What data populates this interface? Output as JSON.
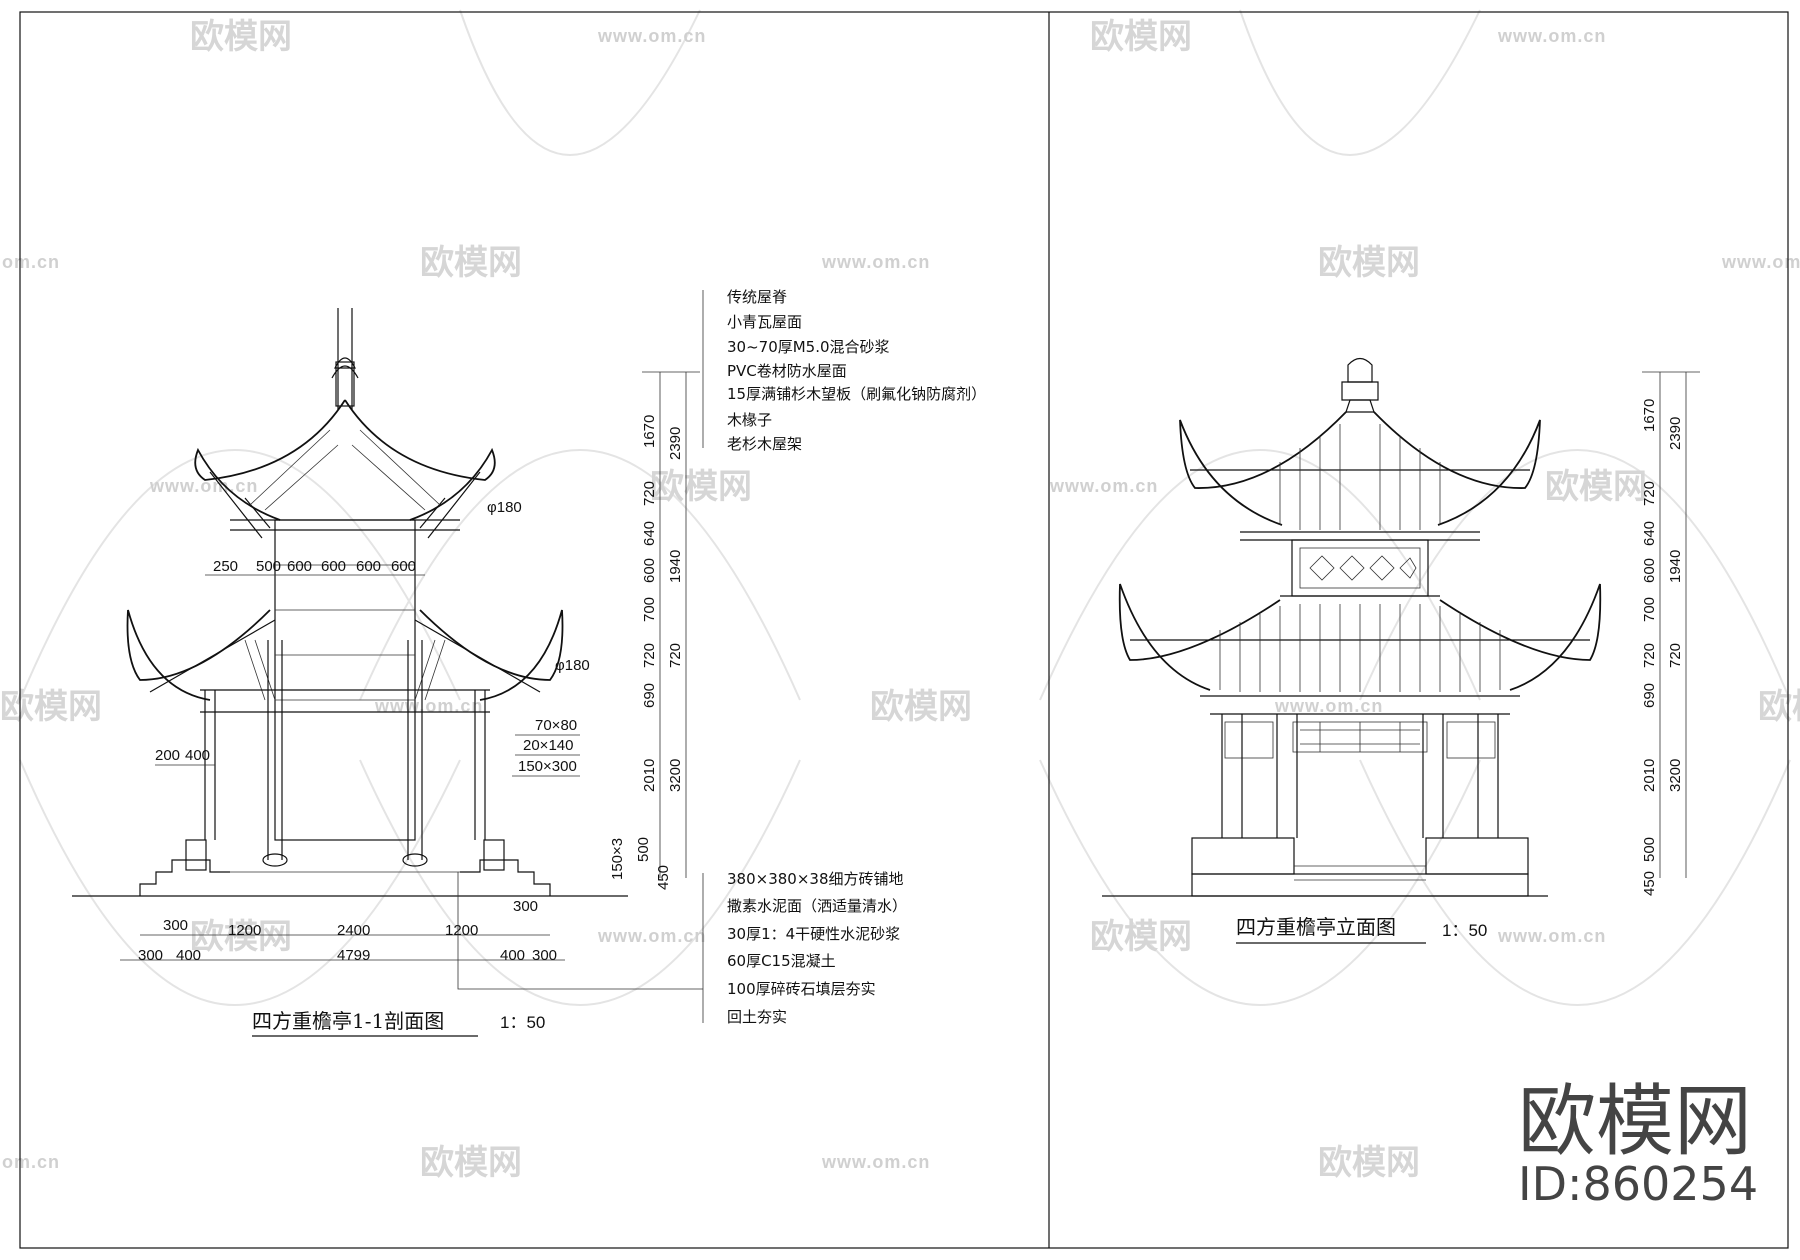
{
  "watermark": {
    "brand_text": "欧模网",
    "url_text": "www.om.cn",
    "url_short": "om.cn"
  },
  "brand": {
    "name": "欧模网",
    "id_text": "ID:860254"
  },
  "section": {
    "title": "四方重檐亭1-1剖面图",
    "scale": "1：50",
    "roof_layers": [
      "传统屋脊",
      "小青瓦屋面",
      "30~70厚M5.0混合砂浆",
      "PVC卷材防水屋面",
      "15厚满铺杉木望板（刷氟化钠防腐剂）",
      "木椽子",
      "老杉木屋架"
    ],
    "floor_layers": [
      "380×380×38细方砖铺地",
      "撒素水泥面（洒适量清水）",
      "30厚1：4干硬性水泥砂浆",
      "60厚C15混凝土",
      "100厚碎砖石填层夯实",
      "回土夯实"
    ],
    "diameters": [
      "φ180",
      "φ180"
    ],
    "member_sizes": [
      "70×80",
      "20×140",
      "150×300"
    ],
    "top_dims": [
      "250",
      "500",
      "600",
      "600",
      "600",
      "600"
    ],
    "side_dims": [
      "200",
      "400"
    ],
    "bottom_dims_row1": [
      "300",
      "1200",
      "2400",
      "1200",
      "300"
    ],
    "bottom_dims_row2": [
      "300",
      "400",
      "4799",
      "400",
      "300"
    ],
    "vertical_dims_inner": [
      "1670",
      "720",
      "640",
      "600",
      "700",
      "720",
      "690",
      "2010",
      "150×3",
      "450"
    ],
    "vertical_dims_outer": [
      "2390",
      "1940",
      "720",
      "3200",
      "500"
    ]
  },
  "elevation": {
    "title": "四方重檐亭立面图",
    "scale": "1：50",
    "vertical_dims_inner": [
      "1670",
      "720",
      "640",
      "600",
      "700",
      "720",
      "690",
      "2010",
      "450"
    ],
    "vertical_dims_outer": [
      "2390",
      "1940",
      "720",
      "3200",
      "500"
    ]
  }
}
